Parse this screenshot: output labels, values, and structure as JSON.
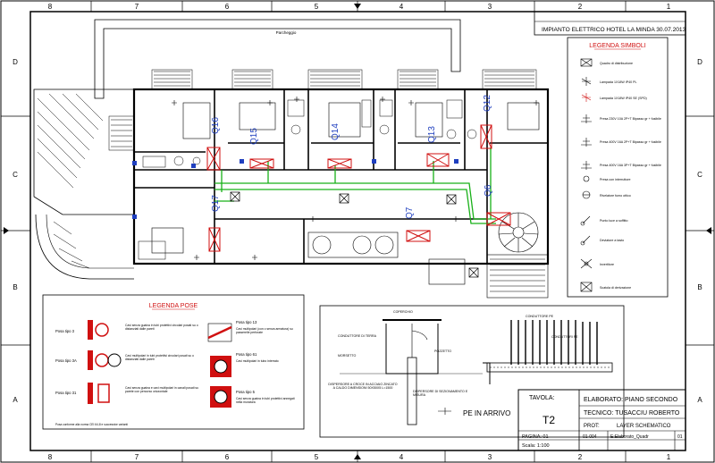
{
  "frame": {
    "columns": [
      "8",
      "7",
      "6",
      "5",
      "4",
      "3",
      "2",
      "1"
    ],
    "rows": [
      "D",
      "C",
      "B",
      "A"
    ]
  },
  "title_block": {
    "project": "IMPIANTO ELETTRICO HOTEL LA MINDA 30.07.2013",
    "tavola_label": "TAVOLA:",
    "tavola": "T2",
    "elaborato": "ELABORATO:  PIANO SECONDO",
    "tecnico": "TECNICO:  TUSACCIU ROBERTO",
    "prot": "PROT:",
    "layer": "LAYER SCHEMATICO",
    "pagina": "PAGINA: 01",
    "scala": "Scala: 1:100",
    "code": "01-004",
    "file": "E:Elaborato_Quadr",
    "sheet": "01"
  },
  "legenda_simboli": {
    "title": "LEGENDA SIMBOLI",
    "items": [
      "Quadro di distribuzione",
      "Lampada 1X18W IP40 PL",
      "Lampada 1X18W IP40 SE (SPD)",
      "Presa 230V 10A 2P+T Bipasso gr + fusibile",
      "Presa 400V 16A 2P+T Bipasso gr + fusibile",
      "Presa 400V 16A 3P+T Bipasso gr + fusibile",
      "Presa con interruttore",
      "Rivelatore fumo ottico",
      "Punto luce a soffitto",
      "Deviatore a tasto",
      "Invertitore",
      "Scatola di derivazione"
    ]
  },
  "legenda_pose": {
    "title": "LEGENDA POSE",
    "items": [
      {
        "label": "Posa tipo 3",
        "desc": "Cavi senza guaina in tubi protettivi circolari posati su o distanziati dalle pareti"
      },
      {
        "label": "Posa tipo 3A",
        "desc": "Cavi multipolari in tubi protettivi circolari posati su o distanziati dalle pareti"
      },
      {
        "label": "Posa tipo 31",
        "desc": "Cavi senza guaina e cavi multipolari in canali posati su parete con percorso orizzontale"
      },
      {
        "label": "Posa tipo 13",
        "desc": "Cavi multipolari (con o senza armatura) su passerelle perforate"
      },
      {
        "label": "Posa tipo 61",
        "desc": "Cavi multipolari in tubo interrato"
      },
      {
        "label": "Posa tipo 5",
        "desc": "Cavi senza guaina in tubi protettivi annegati nella muratura"
      }
    ],
    "footnote": "Posa conforme alla norma CEI 64-8 e successive varianti"
  },
  "rooms": [
    "Q16",
    "Q15",
    "Q14",
    "Q13",
    "Q12",
    "Q17",
    "Q7",
    "Q6"
  ],
  "plan_labels": {
    "parking": "Parcheggio",
    "pe_arrivo": "PE IN ARRIVO",
    "dispersore_label": "DISPERSORE"
  },
  "detail": {
    "labels": {
      "coperchio": "COPERCHIO",
      "conduttore_terra": "CONDUTTORE DI TERRA",
      "morsetto": "MORSETTO",
      "pozzetto": "POZZETTO",
      "dispersore_croce": "DISPERSORE A CROCE IN ACCIAIO ZINCATO A CALDO DIMENSIONI 50X50X5 L=1500",
      "dispersore_sez": "DISPERSORE DI SEZIONAMENTO E MISURA",
      "conduttore_pe": "CONDUTTORE PE",
      "conduttore_pe2": "CONDUTTORI PE"
    }
  },
  "colors": {
    "cable_green": "#18b018",
    "switchboard_red": "#d01010",
    "room_label_blue": "#1f3fbf"
  }
}
